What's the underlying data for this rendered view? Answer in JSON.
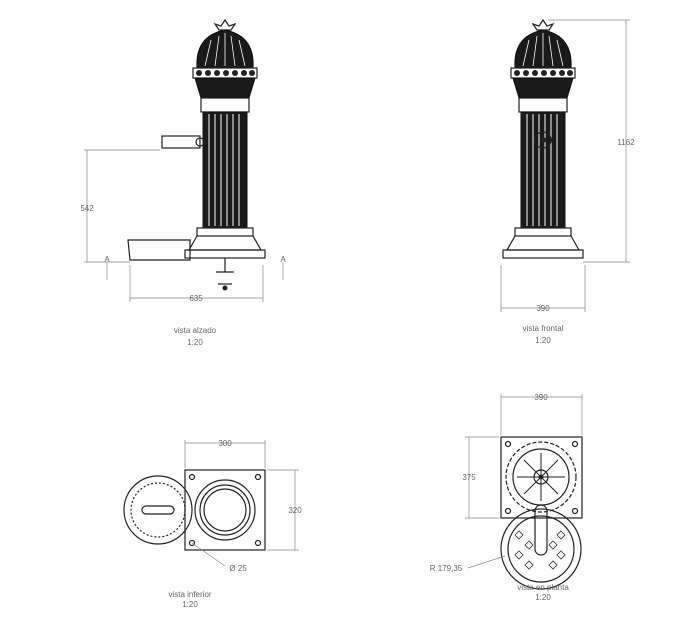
{
  "views": {
    "alzado": {
      "title": "vista alzado",
      "scale": "1:20",
      "dim_height": "542",
      "dim_width": "635",
      "section_mark": "A"
    },
    "frontal": {
      "title": "vista frontal",
      "scale": "1:20",
      "dim_width": "390",
      "dim_height": "1162"
    },
    "inferior": {
      "title": "vista inferior",
      "scale": "1:20",
      "dim_width": "300",
      "dim_height": "320",
      "dim_hole": "Ø 25"
    },
    "planta": {
      "title": "vista en planta",
      "scale": "1:20",
      "dim_width": "390",
      "dim_height": "375",
      "dim_radius": "R 179,35"
    }
  }
}
